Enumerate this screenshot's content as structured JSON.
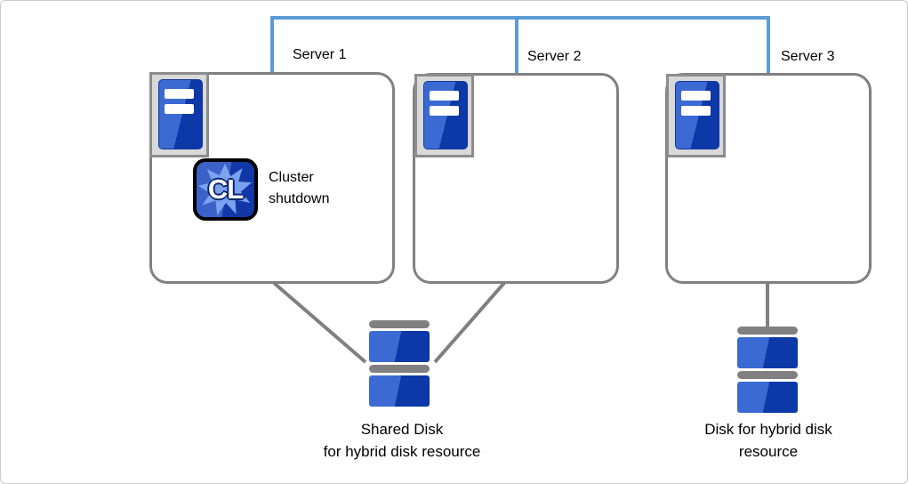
{
  "servers": [
    {
      "label": "Server 1"
    },
    {
      "label": "Server 2"
    },
    {
      "label": "Server 3"
    }
  ],
  "cluster_badge": {
    "icon_text": "CL",
    "caption_line1": "Cluster",
    "caption_line2": "shutdown"
  },
  "shared_disk": {
    "caption_line1": "Shared Disk",
    "caption_line2": "for hybrid disk resource"
  },
  "hybrid_disk": {
    "caption_line1": "Disk for hybrid disk",
    "caption_line2": "resource"
  },
  "icons": {
    "server": "server-tower-icon",
    "disk": "disk-stack-icon",
    "cluster": "cluster-cl-icon"
  },
  "colors": {
    "interconnect_blue": "#5b9bd5",
    "connector_gray": "#808080",
    "icon_blue_light": "#3b6ad2",
    "icon_blue_dark": "#0c38a8",
    "icon_frame_border": "#8c8c8c",
    "icon_frame_fill": "#d9d9d9",
    "cl_star_blue": "#7ea6f2",
    "canvas_border": "#c9c9c9"
  }
}
